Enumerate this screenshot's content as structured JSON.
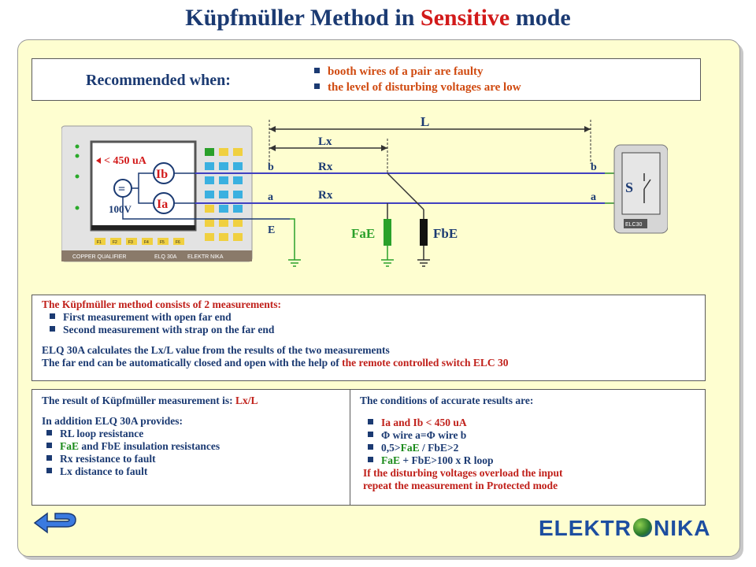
{
  "title": {
    "part1": "Küpfmüller Method in ",
    "highlight": "Sensitive",
    "part2": " mode"
  },
  "recommended": {
    "label": "Recommended when:",
    "items": [
      "booth wires of a pair are faulty",
      "the level of disturbing voltages are low"
    ]
  },
  "diagram": {
    "current_limit": "< 450 uA",
    "Ib": "Ib",
    "Ia": "Ia",
    "voltage": "100V",
    "meter": "=",
    "wire_b": "b",
    "wire_a": "a",
    "earth": "E",
    "L": "L",
    "Lx": "Lx",
    "Rx": "Rx",
    "FaE": "FaE",
    "FbE": "FbE",
    "switch": "S",
    "remote_tag": "ELC30",
    "device_footer": {
      "left": "COPPER QUALIFIER",
      "model": "ELQ 30A",
      "brand": "ELEKTR NIKA"
    },
    "softkeys": [
      "F1",
      "F2",
      "F3",
      "F4",
      "F5",
      "F6"
    ]
  },
  "method": {
    "heading": "The Küpfmüller method consists of 2 measurements:",
    "items": [
      "First measurement with open far end",
      "Second measurement with strap on the far end"
    ],
    "p1": "ELQ 30A calculates  the Lx/L value from the results of the two measurements",
    "p2_a": "The far end can be automatically closed and open with the help of ",
    "p2_b": "the remote controlled switch ELC 30"
  },
  "result": {
    "line1_a": "The result of Küpfmüller measurement is: ",
    "line1_b": "Lx/L",
    "line2": "In addition ELQ 30A provides:",
    "items": [
      {
        "a": "RL loop resistance",
        "b": "",
        "c": ""
      },
      {
        "a": "FaE",
        "b": " and ",
        "c": "FbE",
        "d": " insulation resistances"
      },
      {
        "a": "Rx",
        "b": " resistance to fault"
      },
      {
        "a": "Lx",
        "b": " distance to fault"
      }
    ]
  },
  "conditions": {
    "heading": "The conditions of accurate results are:",
    "c1": "Ia and Ib < 450 uA",
    "c2": "Φ wire a=Φ wire b",
    "c3_a": "0,5>",
    "c3_b": "FaE",
    "c3_c": " / ",
    "c3_d": "FbE",
    "c3_e": ">2",
    "c4_a": "FaE",
    "c4_b": " + ",
    "c4_c": "FbE",
    "c4_d": ">100 x R loop",
    "note1": "If the disturbing voltages overload the input",
    "note2": "repeat the measurement in Protected mode"
  },
  "logo": {
    "left": "ELEKTR",
    "right": "NIKA"
  },
  "colors": {
    "navy": "#1b3a72",
    "red": "#d21a1a",
    "green": "#1a8a1a",
    "panel": "#fefed0"
  }
}
